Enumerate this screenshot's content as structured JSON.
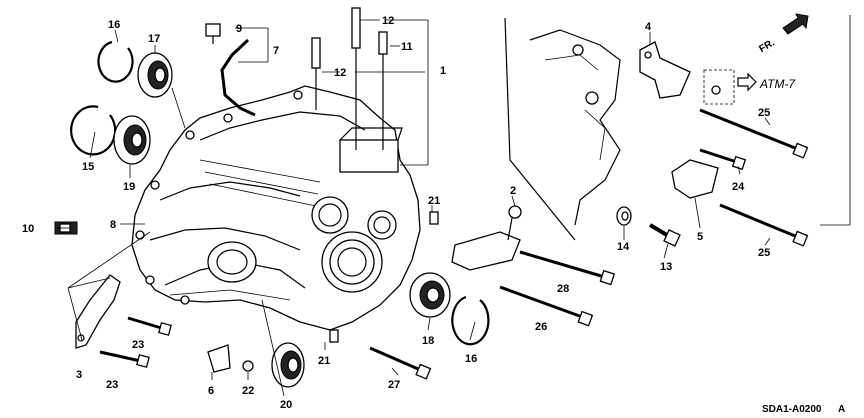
{
  "callouts": {
    "c1": "1",
    "c2": "2",
    "c3": "3",
    "c4": "4",
    "c5": "5",
    "c6": "6",
    "c7": "7",
    "c8": "8",
    "c9": "9",
    "c10": "10",
    "c11": "11",
    "c12a": "12",
    "c12b": "12",
    "c13": "13",
    "c14": "14",
    "c15": "15",
    "c16a": "16",
    "c16b": "16",
    "c17": "17",
    "c18": "18",
    "c19": "19",
    "c20": "20",
    "c21a": "21",
    "c21b": "21",
    "c22": "22",
    "c23a": "23",
    "c23b": "23",
    "c24": "24",
    "c25a": "25",
    "c25b": "25",
    "c26": "26",
    "c27": "27",
    "c28": "28"
  },
  "direction_label": "FR.",
  "reference_label": "ATM-7",
  "diagram_code": "SDA1-A0200",
  "diagram_code_suffix": "A"
}
